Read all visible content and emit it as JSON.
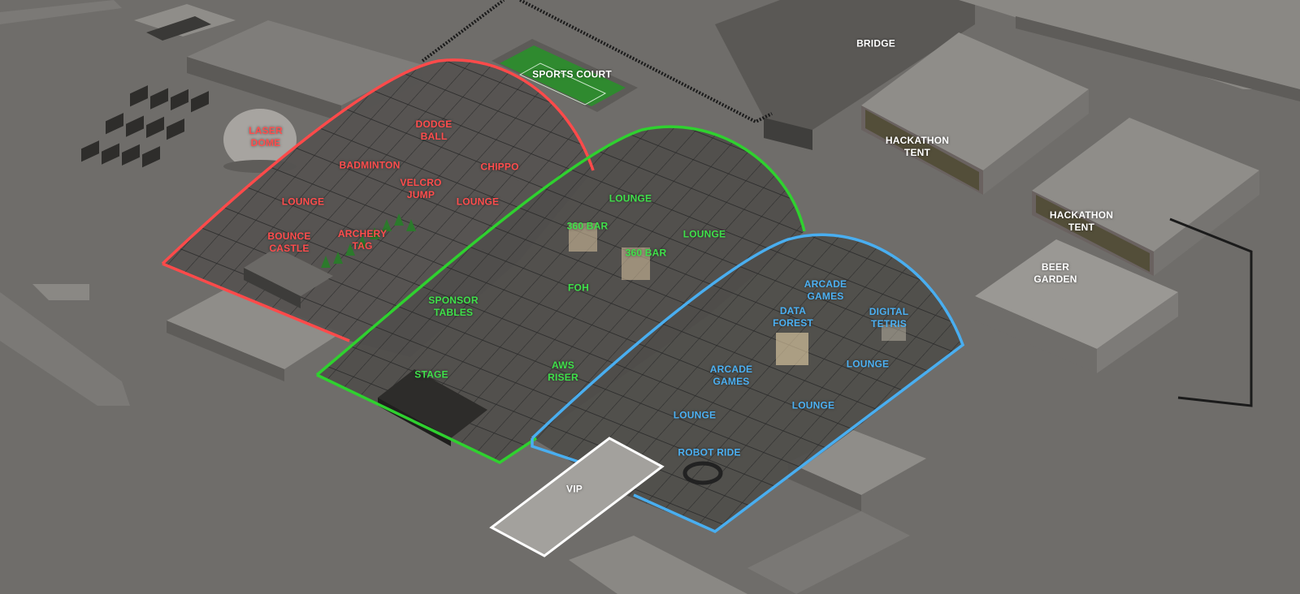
{
  "colors": {
    "ground": "#6f6d6a",
    "building": "#8a8884",
    "red_zone": "#ff4a4a",
    "green_zone": "#2fd12f",
    "blue_zone": "#49aef0",
    "vip_outline": "#ffffff",
    "court": "#2f8a2f"
  },
  "labels": {
    "bridge": "BRIDGE",
    "sports_court": "SPORTS COURT",
    "laser_dome": "LASER\nDOME",
    "dodge_ball": "DODGE\nBALL",
    "badminton": "BADMINTON",
    "velcro_jump": "VELCRO\nJUMP",
    "chippo": "CHIPPO",
    "lounge_red_1": "LOUNGE",
    "lounge_red_2": "LOUNGE",
    "bounce_castle": "BOUNCE\nCASTLE",
    "archery_tag": "ARCHERY\nTAG",
    "hackathon_tent_1": "HACKATHON\nTENT",
    "hackathon_tent_2": "HACKATHON\nTENT",
    "beer_garden": "BEER\nGARDEN",
    "lounge_green_1": "LOUNGE",
    "lounge_green_2": "LOUNGE",
    "bar_360_1": "360 BAR",
    "bar_360_2": "360 BAR",
    "foh": "FOH",
    "sponsor_tables": "SPONSOR\nTABLES",
    "stage": "STAGE",
    "aws_riser": "AWS\nRISER",
    "arcade_games_1": "ARCADE\nGAMES",
    "data_forest": "DATA\nFOREST",
    "digital_tetris": "DIGITAL\nTETRIS",
    "lounge_blue_1": "LOUNGE",
    "arcade_games_2": "ARCADE\nGAMES",
    "lounge_blue_2": "LOUNGE",
    "lounge_blue_3": "LOUNGE",
    "robot_ride": "ROBOT RIDE",
    "vip": "VIP"
  }
}
